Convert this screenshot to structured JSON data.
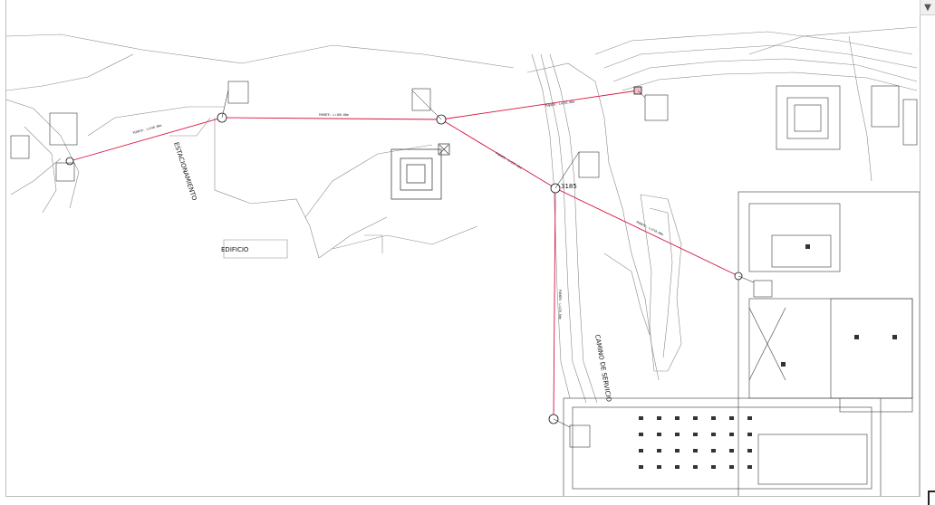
{
  "app": {
    "scroll_up_icon": "triangle-down-icon",
    "scroll_glyph": "▼"
  },
  "drawing": {
    "colors": {
      "route": "#d7123f",
      "linework": "#8a8a8a",
      "ink": "#111111",
      "building": "#555555"
    },
    "labels": {
      "edificio": "EDIFICIO",
      "estacionamiento": "ESTACIONAMIENTO",
      "camino": "CAMINO DE SERVICIO",
      "elev": "3185",
      "p1": "PUENTE: L=230.00m",
      "p2": "PUENTE: L=160.00m",
      "p3": "PUENTE: L=157.00m",
      "p4": "PUENTE: L=210.00m",
      "p5": "PUENTE: L=245.00m",
      "p6": "PUENTE: L=170.00m"
    }
  }
}
